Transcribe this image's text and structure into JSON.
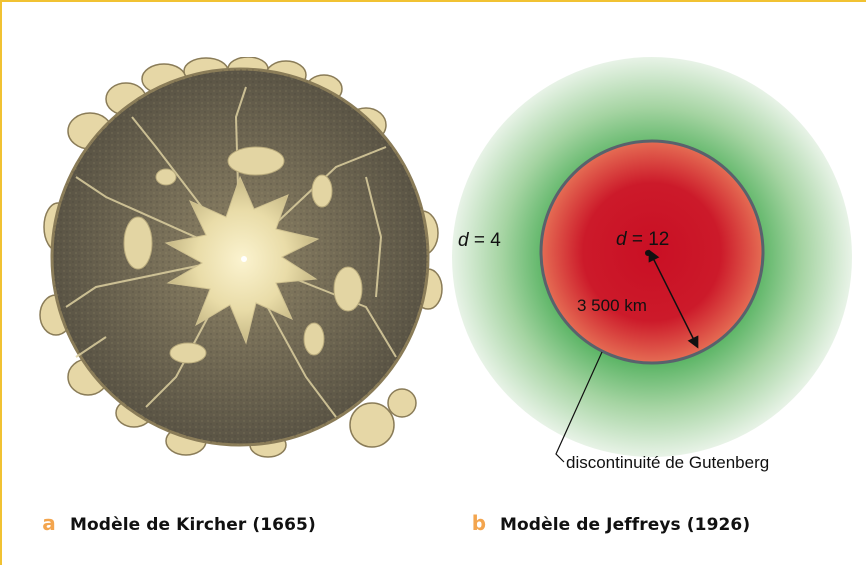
{
  "colors": {
    "frame_accent": "#f1c232",
    "caption_badge": "#f3a54e",
    "mantle_light": "#e8f3e7",
    "mantle_green": "#3ea84d",
    "core_red": "#c90f24",
    "core_orange": "#e56d54",
    "core_outline": "#59626c",
    "kircher_ink": "#5c5647",
    "kircher_cream": "#f0e4b4"
  },
  "panel_a": {
    "caption_letter": "a",
    "caption_text": "Modèle de Kircher (1665)"
  },
  "panel_b": {
    "caption_letter": "b",
    "caption_text": "Modèle de Jeffreys (1926)",
    "mantle_label_var": "d",
    "mantle_label_value": " = 4",
    "core_label_var": "d",
    "core_label_value": " = 12",
    "radius_label": "3 500 km",
    "boundary_label": "discontinuité de Gutenberg"
  }
}
